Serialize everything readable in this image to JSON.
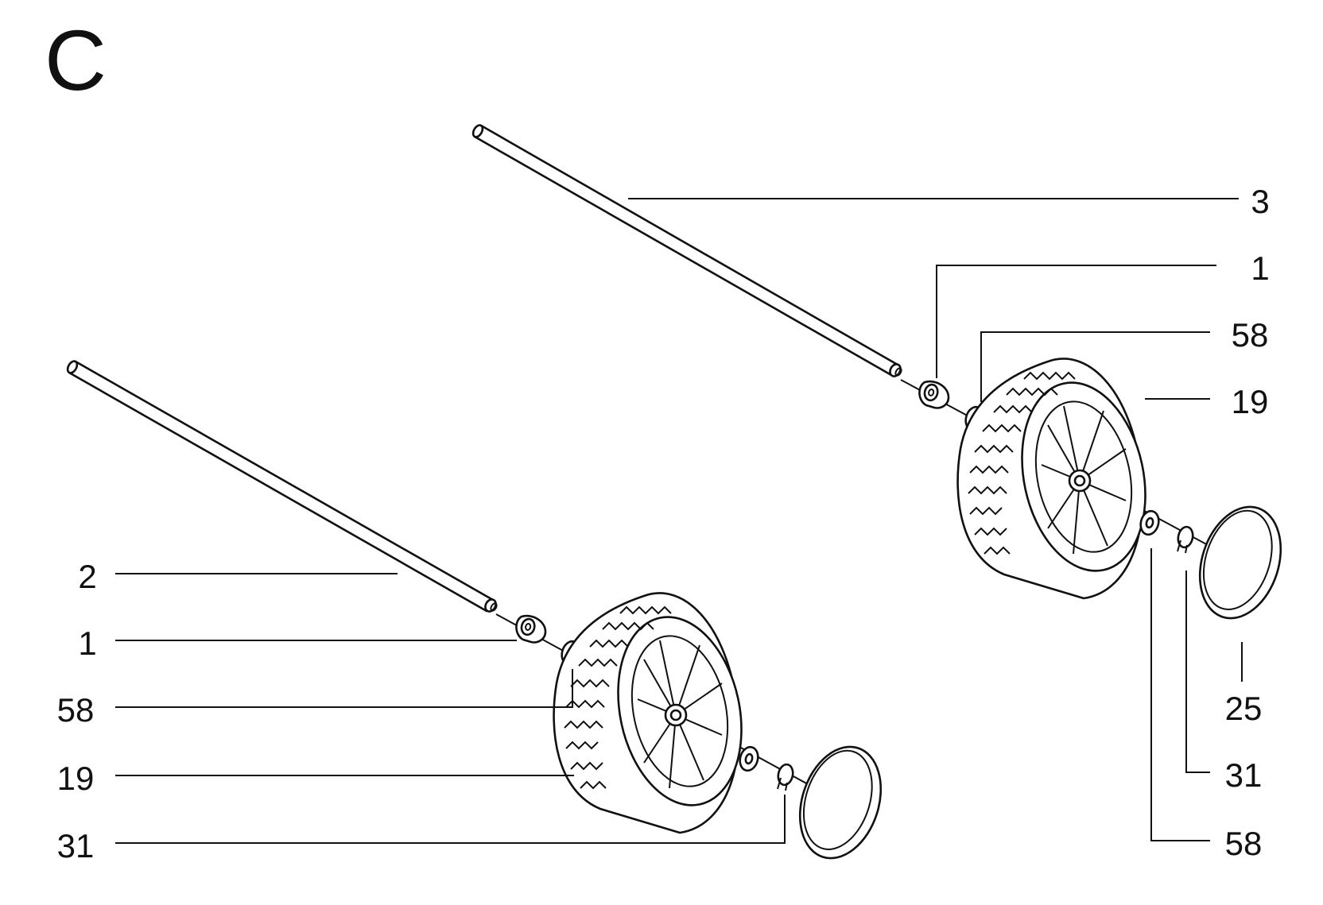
{
  "section_label": "C",
  "callouts": {
    "top_axle": "3",
    "top_bushing": "1",
    "top_washer_inner": "58",
    "top_wheel": "19",
    "top_hubcap": "25",
    "top_clip": "31",
    "top_washer_outer": "58",
    "bottom_axle": "2",
    "bottom_bushing": "1",
    "bottom_washer_inner": "58",
    "bottom_wheel": "19",
    "bottom_clip": "31"
  },
  "colors": {
    "ink": "#111111",
    "paper": "#ffffff"
  }
}
